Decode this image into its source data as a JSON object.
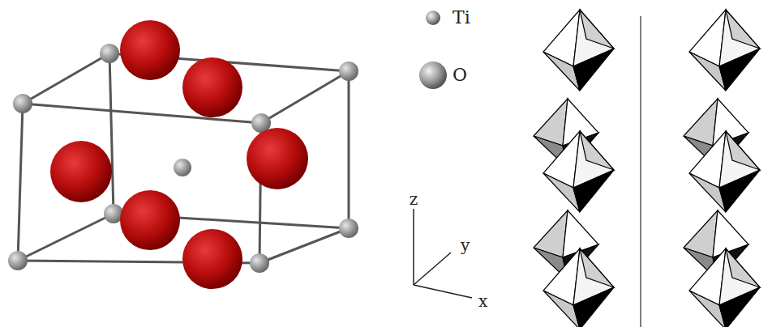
{
  "diagram": {
    "labels": [
      "z",
      "y",
      "x"
    ],
    "legend": [
      {
        "text": "Ti"
      },
      {
        "text": "O"
      }
    ]
  }
}
